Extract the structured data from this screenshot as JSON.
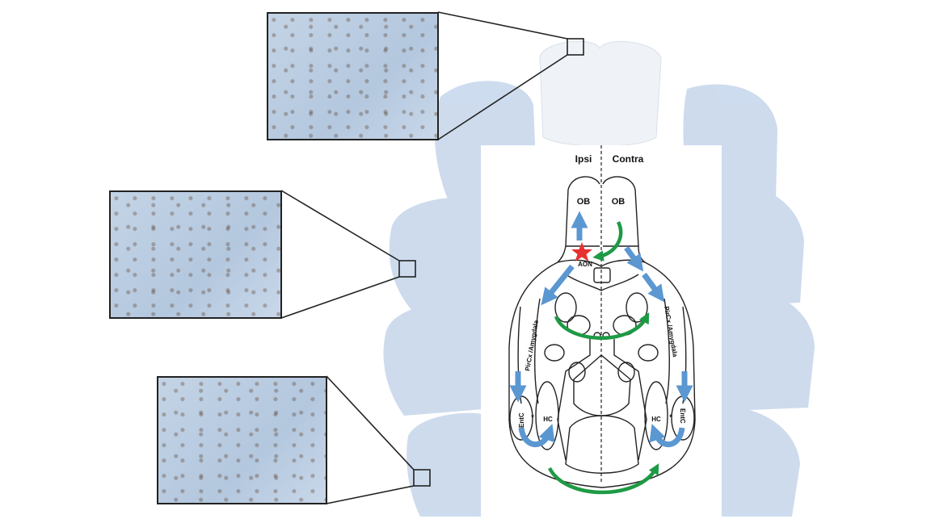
{
  "diagram": {
    "header": {
      "ipsi": "Ipsi",
      "contra": "Contra"
    },
    "labels": {
      "ob_left": "OB",
      "ob_right": "OB",
      "aon": "AON",
      "pircx_left": "PirCx /Amygdala",
      "pircx_right": "PirCx /Amygdala",
      "entc_left": "EntC",
      "entc_right": "EntC",
      "hc_left": "HC",
      "hc_right": "HC",
      "asterisk_left": "*",
      "asterisk_right": "*"
    },
    "colors": {
      "blue_arrow": "#5b97d1",
      "green_arrow": "#1e9a45",
      "injection_star": "#e8312f",
      "section_tint": "#c8d8ec"
    }
  }
}
